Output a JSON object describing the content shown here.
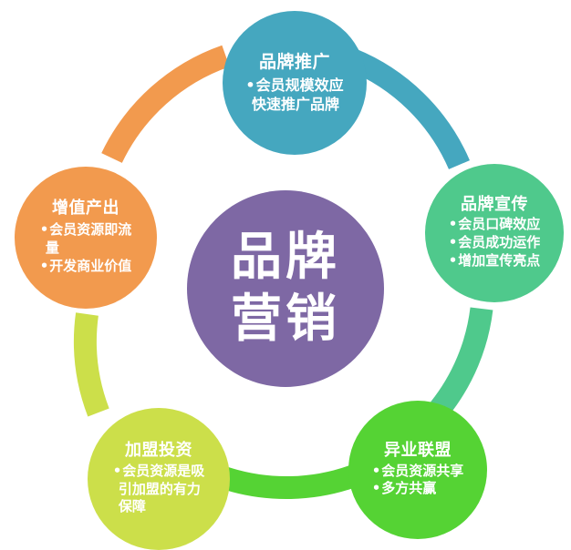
{
  "diagram": {
    "type": "cycle-diagram",
    "center": {
      "label_lines": [
        "品牌",
        "营销"
      ],
      "color": "#7e68a4"
    },
    "nodes": [
      {
        "id": "brand-promotion",
        "position": "top",
        "title": "品牌推广",
        "color": "#45a7bf",
        "bullets": [
          {
            "marker": "•",
            "lines": [
              "会员规模效应",
              "快速推广品牌"
            ]
          }
        ]
      },
      {
        "id": "brand-publicity",
        "position": "right",
        "title": "品牌宣传",
        "color": "#4fc98c",
        "bullets": [
          {
            "marker": "•",
            "lines": [
              "会员口碑效应"
            ]
          },
          {
            "marker": "•",
            "lines": [
              "会员成功运作"
            ]
          },
          {
            "marker": "•",
            "lines": [
              "增加宣传亮点"
            ]
          }
        ]
      },
      {
        "id": "cross-industry-alliance",
        "position": "bottom-right",
        "title": "异业联盟",
        "color": "#55d334",
        "bullets": [
          {
            "marker": "•",
            "lines": [
              "会员资源共享"
            ]
          },
          {
            "marker": "•",
            "lines": [
              "多方共赢"
            ]
          }
        ]
      },
      {
        "id": "franchise-investment",
        "position": "bottom-left",
        "title": "加盟投资",
        "color": "#ccdf4a",
        "bullets": [
          {
            "marker": "•",
            "lines": [
              "会员资源是吸",
              "引加盟的有力",
              "保障"
            ]
          }
        ]
      },
      {
        "id": "value-added-output",
        "position": "left",
        "title": "增值产出",
        "color": "#f29a4e",
        "bullets": [
          {
            "marker": "•",
            "lines": [
              "会员资源即流",
              "量"
            ]
          },
          {
            "marker": "•",
            "lines": [
              "开发商业价值"
            ]
          }
        ]
      }
    ],
    "arcs": [
      {
        "id": "arc-left-to-top",
        "from": "value-added-output",
        "to": "brand-promotion",
        "color": "#f29a4e"
      },
      {
        "id": "arc-top-to-right",
        "from": "brand-promotion",
        "to": "brand-publicity",
        "color": "#45a7bf"
      },
      {
        "id": "arc-right-to-bottom-right",
        "from": "brand-publicity",
        "to": "cross-industry-alliance",
        "color": "#4fc98c"
      },
      {
        "id": "arc-bottom-right-to-bottom-left",
        "from": "cross-industry-alliance",
        "to": "franchise-investment",
        "color": "#55d334"
      },
      {
        "id": "arc-bottom-left-to-left",
        "from": "franchise-investment",
        "to": "value-added-output",
        "color": "#ccdf4a"
      }
    ]
  }
}
